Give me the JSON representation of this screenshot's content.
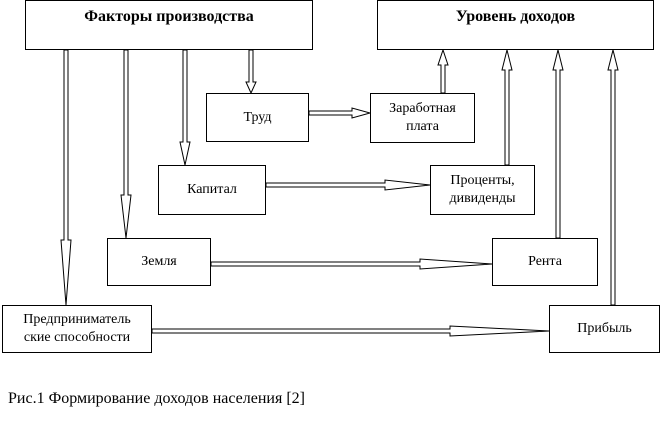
{
  "diagram": {
    "nodes": {
      "factors": "Факторы производства",
      "income": "Уровень доходов",
      "labor": "Труд",
      "wages_line1": "Заработная",
      "wages_line2": "плата",
      "capital": "Капитал",
      "interest_line1": "Проценты,",
      "interest_line2": "дивиденды",
      "land": "Земля",
      "rent": "Рента",
      "entrep_line1": "Предприниматель",
      "entrep_line2": "ские способности",
      "profit": "Прибыль"
    },
    "edges": [
      {
        "from": "factors",
        "to": "labor"
      },
      {
        "from": "factors",
        "to": "capital"
      },
      {
        "from": "factors",
        "to": "land"
      },
      {
        "from": "factors",
        "to": "entrepreneurial"
      },
      {
        "from": "labor",
        "to": "wages"
      },
      {
        "from": "capital",
        "to": "interest"
      },
      {
        "from": "land",
        "to": "rent"
      },
      {
        "from": "entrepreneurial",
        "to": "profit"
      },
      {
        "from": "wages",
        "to": "income"
      },
      {
        "from": "interest",
        "to": "income"
      },
      {
        "from": "rent",
        "to": "income"
      },
      {
        "from": "profit",
        "to": "income"
      }
    ]
  },
  "caption": "Рис.1 Формирование доходов населения [2]"
}
